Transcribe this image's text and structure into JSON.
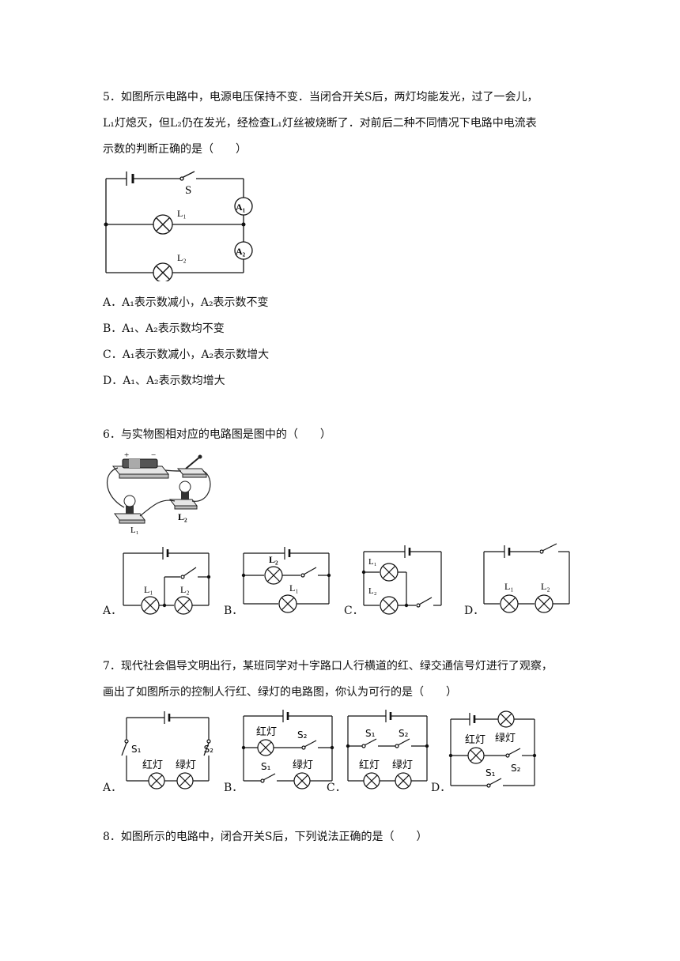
{
  "q5": {
    "line1": "5．如图所示电路中，电源电压保持不变．当闭合开关S后，两灯均能发光，过了一会儿，",
    "line2": "L₁灯熄灭，但L₂仍在发光，经检查L₁灯丝被烧断了．对前后二种不同情况下电路中电流表",
    "line3": "示数的判断正确的是（　　）",
    "fig": {
      "s": "S",
      "l1": "L₁",
      "l2": "L₂",
      "a1": "A₁",
      "a2": "A₂"
    },
    "options": [
      "A．A₁表示数减小，A₂表示数不变",
      "B．A₁、A₂表示数均不变",
      "C．A₁表示数减小，A₂表示数增大",
      "D．A₁、A₂表示数均增大"
    ]
  },
  "q6": {
    "stem": "6．与实物图相对应的电路图是图中的（　　）",
    "photo": {
      "plus": "+",
      "minus": "−",
      "l1": "L₁",
      "l2": "L₂"
    },
    "letters": [
      "A．",
      "B．",
      "C．",
      "D．"
    ],
    "lamp1": "L₁",
    "lamp2": "L₂"
  },
  "q7": {
    "line1": "7．现代社会倡导文明出行，某班同学对十字路口人行横道的红、绿交通信号灯进行了观察，",
    "line2": "画出了如图所示的控制人行红、绿灯的电路图，你认为可行的是（　　）",
    "letters": [
      "A．",
      "B．",
      "C．",
      "D．"
    ],
    "red": "红灯",
    "green": "绿灯",
    "s1": "S₁",
    "s2": "S₂"
  },
  "q8": {
    "stem": "8．如图所示的电路中，闭合开关S后，下列说法正确的是（　　）"
  }
}
